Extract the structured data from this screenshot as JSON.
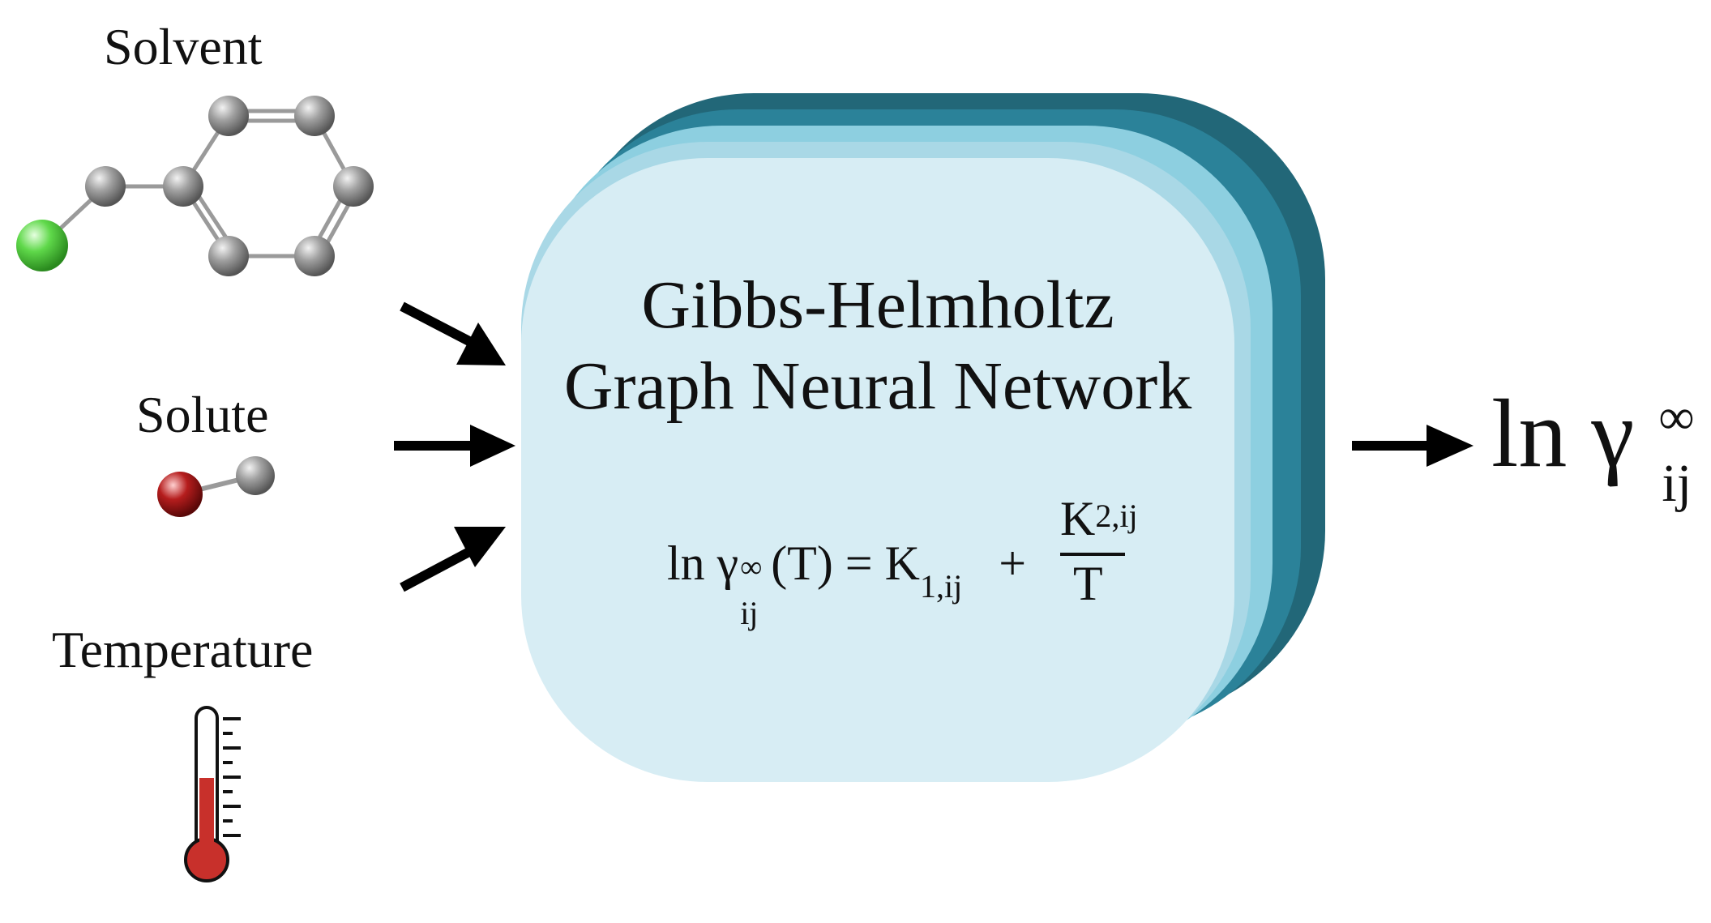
{
  "inputs": {
    "solvent": "Solvent",
    "solute": "Solute",
    "temperature": "Temperature"
  },
  "model": {
    "title_line1": "Gibbs-Helmholtz",
    "title_line2": "Graph Neural Network"
  },
  "equation": {
    "lhs_ln": "ln γ",
    "lhs_sup": "∞",
    "lhs_sub": "ij",
    "lhs_arg": "(T) = K",
    "k1_sub": "1,ij",
    "plus": "+",
    "k2_num": "K",
    "k2_sub": "2,ij",
    "denominator": "T"
  },
  "output": {
    "ln": "ln γ",
    "sup": "∞",
    "sub": "ij"
  },
  "colors": {
    "card_front": "#d7edf4",
    "card_2": "#a9d8e6",
    "card_3": "#8dcfe0",
    "card_4": "#2b8299",
    "card_back": "#226778",
    "atom_gray": "#8c8c8c",
    "atom_green": "#4fcf3f",
    "atom_red": "#b51d1d",
    "thermo_red": "#c8302b"
  },
  "icons": {
    "solvent": "benzyl-chloride-molecule-icon",
    "solute": "hydroxyl-molecule-icon",
    "temperature": "thermometer-icon"
  }
}
